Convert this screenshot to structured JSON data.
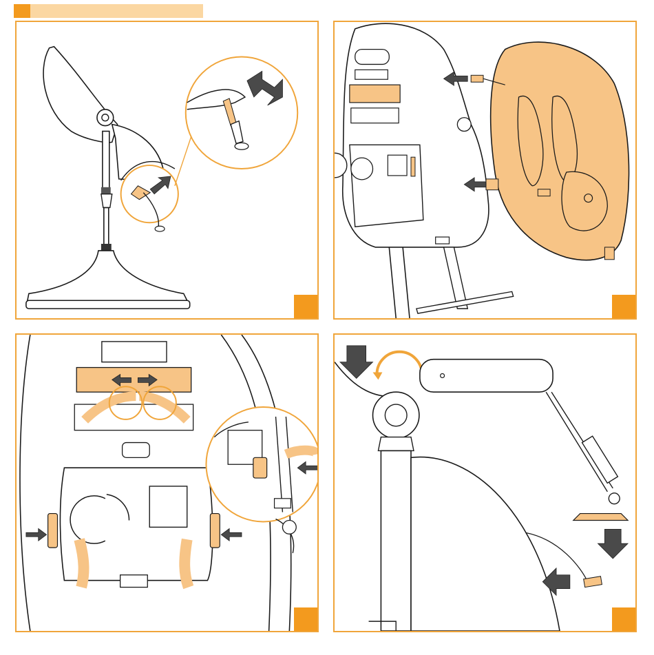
{
  "colors": {
    "accent": "#f39a1e",
    "accent_light": "#fbd7a2",
    "frame": "#f0a53a",
    "strap": "#f7c486",
    "arrow": "#4a4a4a",
    "line": "#1a1a1a"
  },
  "panels": [
    {
      "id": "step-1",
      "content": "seat-adjust-lever-detail"
    },
    {
      "id": "step-2",
      "content": "remove-seat-pad"
    },
    {
      "id": "step-3",
      "content": "release-harness-straps"
    },
    {
      "id": "step-4",
      "content": "fold-chair"
    }
  ],
  "icons": [
    "double-arrow-icon",
    "push-arrow-icon",
    "buckle-icon",
    "magnifier-circle-icon"
  ]
}
